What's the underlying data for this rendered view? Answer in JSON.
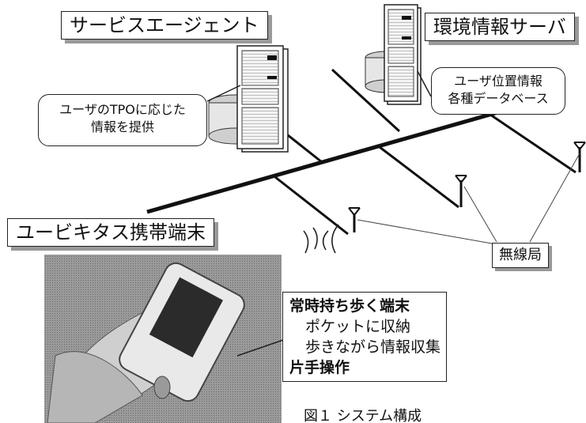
{
  "labels": {
    "service_agent": "サービスエージェント",
    "env_server": "環境情報サーバ",
    "ubiquitous_terminal": "ユービキタス携帯端末",
    "wireless_station": "無線局"
  },
  "callouts": {
    "service_agent_line1": "ユーザのTPOに応じた",
    "service_agent_line2": "情報を提供",
    "env_server_line1": "ユーザ位置情報",
    "env_server_line2": "各種データベース"
  },
  "terminal_features": {
    "feature1": "常時持ち歩く端末",
    "feature1_sub1": "ポケットに収納",
    "feature1_sub2": "歩きながら情報収集",
    "feature2": "片手操作"
  },
  "caption": "図１ システム構成"
}
